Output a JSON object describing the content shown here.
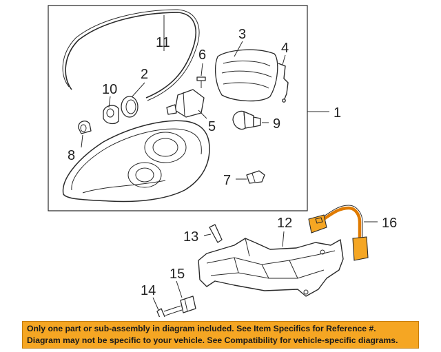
{
  "callouts": {
    "c1": "1",
    "c2": "2",
    "c3": "3",
    "c4": "4",
    "c5": "5",
    "c6": "6",
    "c7": "7",
    "c8": "8",
    "c9": "9",
    "c10": "10",
    "c11": "11",
    "c12": "12",
    "c13": "13",
    "c14": "14",
    "c15": "15",
    "c16": "16"
  },
  "colors": {
    "highlight": "#f5a623",
    "highlight_stroke": "#e07b00",
    "banner_bg": "#f5a623"
  },
  "disclaimer": {
    "line1": "Only one part or sub-assembly in diagram included. See Item Specifics for Reference #.",
    "line2": "Diagram may not be specific to your vehicle. See Compatibility for vehicle-specific diagrams."
  }
}
